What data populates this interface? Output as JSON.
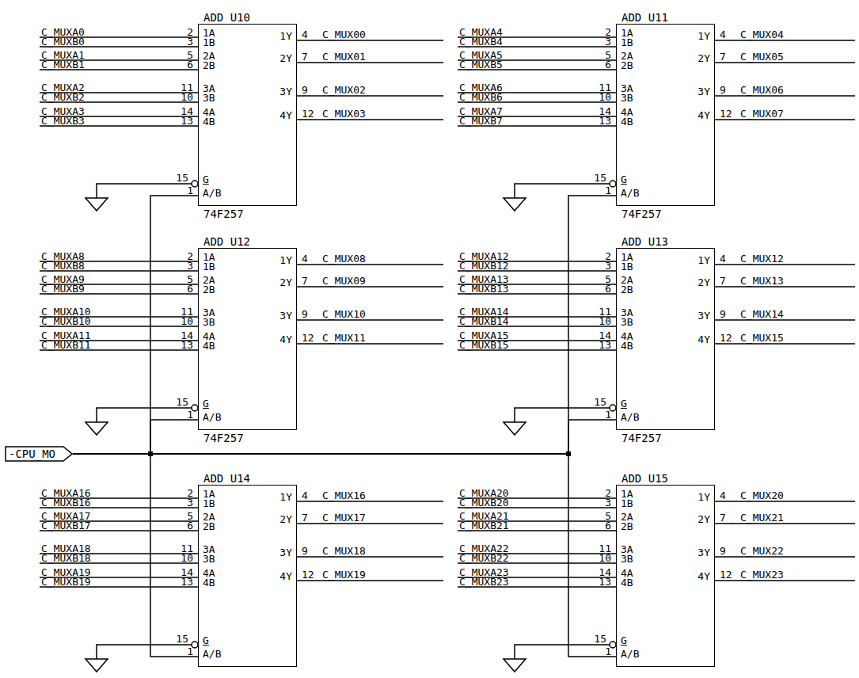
{
  "diagram": {
    "nodes": [
      {
        "text": [
          "ADD_U10",
          "1A",
          "1B",
          "2A",
          "2B",
          "3A",
          "3B",
          "4A",
          "4B",
          "G",
          "A/B",
          "1Y",
          "2Y",
          "3Y",
          "4Y",
          "74F257"
        ]
      },
      {
        "text": [
          "ADD_U11",
          "1A",
          "1B",
          "2A",
          "2B",
          "3A",
          "3B",
          "4A",
          "4B",
          "G",
          "A/B",
          "1Y",
          "2Y",
          "3Y",
          "4Y",
          "74F257"
        ]
      },
      {
        "text": [
          "ADD_U12",
          "1A",
          "1B",
          "2A",
          "2B",
          "3A",
          "3B",
          "4A",
          "4B",
          "G",
          "A/B",
          "1Y",
          "2Y",
          "3Y",
          "4Y",
          "74F257"
        ]
      },
      {
        "text": [
          "ADD_U13",
          "1A",
          "1B",
          "2A",
          "2B",
          "3A",
          "3B",
          "4A",
          "4B",
          "G",
          "A/B",
          "1Y",
          "2Y",
          "3Y",
          "4Y",
          "74F257"
        ]
      },
      {
        "text": [
          "-CPU_MO"
        ]
      },
      {
        "text": [
          "ADD_U14",
          "1A",
          "1B",
          "2A",
          "2B",
          "3A",
          "3B",
          "4A",
          "4B",
          "G",
          "A/B",
          "1Y",
          "2Y",
          "3Y",
          "4Y"
        ]
      },
      {
        "text": [
          "ADD_U15",
          "1A",
          "1B",
          "2A",
          "2B",
          "3A",
          "3B",
          "4A",
          "4B",
          "G",
          "A/B",
          "1Y",
          "2Y",
          "3Y",
          "4Y"
        ]
      }
    ],
    "edges": [
      {
        "from": 4,
        "to": 0,
        "arrow": "none"
      },
      {
        "from": 4,
        "to": 1,
        "arrow": "none"
      },
      {
        "from": 4,
        "to": 2,
        "arrow": "none"
      },
      {
        "from": 4,
        "to": 3,
        "arrow": "none"
      },
      {
        "from": 4,
        "to": 5,
        "arrow": "none"
      },
      {
        "from": 4,
        "to": 6,
        "arrow": "none"
      }
    ],
    "labels": [
      "C_MUXA0",
      "2",
      "C_MUXB0",
      "3",
      "C_MUXA1",
      "5",
      "C_MUXB1",
      "6",
      "C_MUXA2",
      "11",
      "C_MUXB2",
      "10",
      "C_MUXA3",
      "14",
      "C_MUXB3",
      "13",
      "4",
      "C_MUX00",
      "7",
      "C_MUX01",
      "9",
      "C_MUX02",
      "12",
      "C_MUX03",
      "15",
      "1",
      "C_MUXA4",
      "2",
      "C_MUXB4",
      "3",
      "C_MUXA5",
      "5",
      "C_MUXB5",
      "6",
      "C_MUXA6",
      "11",
      "C_MUXB6",
      "10",
      "C_MUXA7",
      "14",
      "C_MUXB7",
      "13",
      "4",
      "C_MUX04",
      "7",
      "C_MUX05",
      "9",
      "C_MUX06",
      "12",
      "C_MUX07",
      "15",
      "1",
      "C_MUXA8",
      "2",
      "C_MUXB8",
      "3",
      "C_MUXA9",
      "5",
      "C_MUXB9",
      "6",
      "C_MUXA10",
      "11",
      "C_MUXB10",
      "10",
      "C_MUXA11",
      "14",
      "C_MUXB11",
      "13",
      "4",
      "C_MUX08",
      "7",
      "C_MUX09",
      "9",
      "C_MUX10",
      "12",
      "C_MUX11",
      "15",
      "1",
      "C_MUXA12",
      "2",
      "C_MUXB12",
      "3",
      "C_MUXA13",
      "5",
      "C_MUXB13",
      "6",
      "C_MUXA14",
      "11",
      "C_MUXB14",
      "10",
      "C_MUXA15",
      "14",
      "C_MUXB15",
      "13",
      "4",
      "C_MUX12",
      "7",
      "C_MUX13",
      "9",
      "C_MUX14",
      "12",
      "C_MUX15",
      "15",
      "1",
      "C_MUXA16",
      "2",
      "C_MUXB16",
      "3",
      "C_MUXA17",
      "5",
      "C_MUXB17",
      "6",
      "C_MUXA18",
      "11",
      "C_MUXB18",
      "10",
      "C_MUXA19",
      "14",
      "C_MUXB19",
      "13",
      "4",
      "C_MUX16",
      "7",
      "C_MUX17",
      "9",
      "C_MUX18",
      "12",
      "C_MUX19",
      "15",
      "1",
      "C_MUXA20",
      "2",
      "C_MUXB20",
      "3",
      "C_MUXA21",
      "5",
      "C_MUXB21",
      "6",
      "C_MUXA22",
      "11",
      "C_MUXB22",
      "10",
      "C_MUXA23",
      "14",
      "C_MUXB23",
      "13",
      "4",
      "C_MUX20",
      "7",
      "C_MUX21",
      "9",
      "C_MUX22",
      "12",
      "C_MUX23",
      "15",
      "1"
    ]
  }
}
